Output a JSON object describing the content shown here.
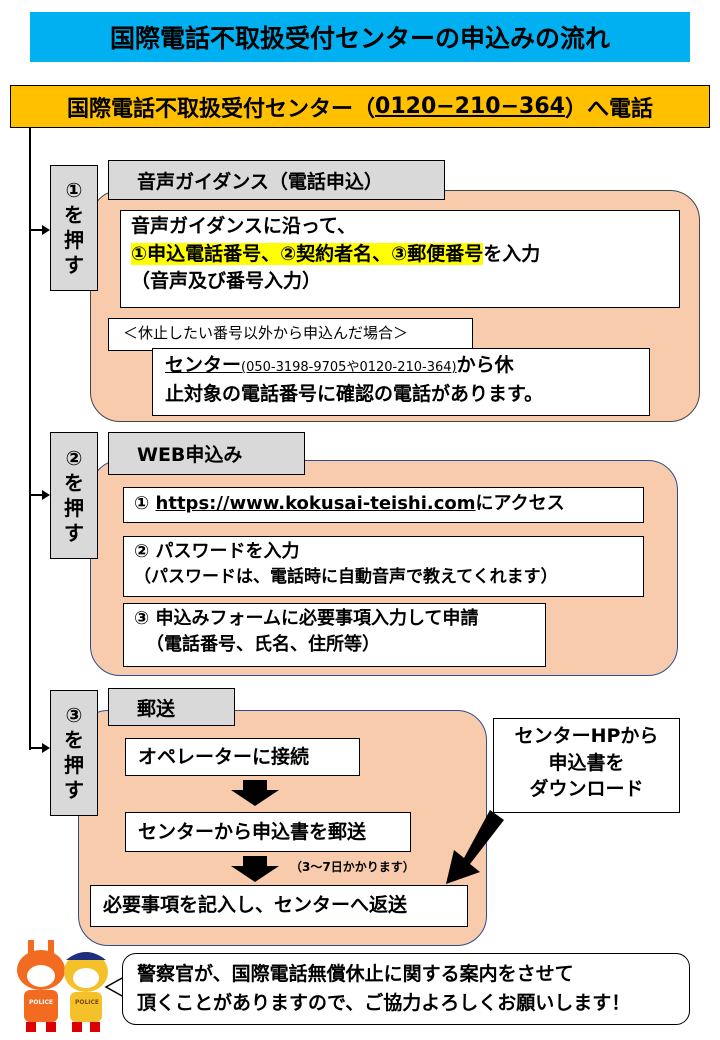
{
  "title": "国際電話不取扱受付センターの申込みの流れ",
  "call_bar": {
    "prefix": "国際電話不取扱受付センター（",
    "number": "0120−210−364",
    "suffix": "）へ電話"
  },
  "steps": [
    {
      "num": "①",
      "line1": "を",
      "line2": "押",
      "line3": "す",
      "section": "音声ガイダンス（電話申込）"
    },
    {
      "num": "②",
      "line1": "を",
      "line2": "押",
      "line3": "す",
      "section": "WEB申込み"
    },
    {
      "num": "③",
      "line1": "を",
      "line2": "押",
      "line3": "す",
      "section": "郵送"
    }
  ],
  "voice": {
    "line1": "音声ガイダンスに沿って、",
    "highlight": "①申込電話番号、②契約者名、③郵便番号",
    "line2_suffix": "を入力",
    "line3": "（音声及び番号入力）",
    "case_label": "＜休止したい番号以外から申込んだ場合＞",
    "center_label": "センター",
    "center_numbers": "(050-3198-9705や0120-210-364)",
    "center_suffix": "から休",
    "center_line2": "止対象の電話番号に確認の電話があります。"
  },
  "web": {
    "item1_num": "①",
    "item1_url": "https://www.kokusai-teishi.com",
    "item1_suffix": "にアクセス",
    "item2_line1": "② パスワードを入力",
    "item2_line2": "（パスワードは、電話時に自動音声で教えてくれます）",
    "item3_line1": "③ 申込みフォームに必要事項入力して申請",
    "item3_line2": "（電話番号、氏名、住所等）"
  },
  "mail": {
    "box1": "オペレーターに接続",
    "box2": "センターから申込書を郵送",
    "note": "（3〜7日かかります）",
    "box3": "必要事項を記入し、センターへ返送",
    "side_line1": "センターHPから",
    "side_line2": "申込書を",
    "side_line3": "ダウンロード"
  },
  "bubble": {
    "line1": "警察官が、国際電話無償休止に関する案内をさせて",
    "line2": "頂くことがありますので、ご協力よろしくお願いします！",
    "mascot_text": "POLICE"
  }
}
